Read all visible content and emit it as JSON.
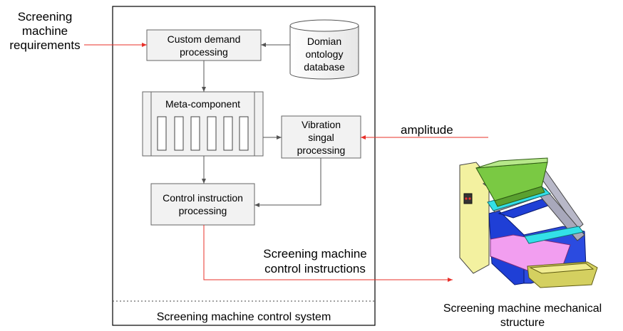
{
  "external": {
    "requirements": [
      "Screening",
      "machine",
      "requirements"
    ],
    "amplitude": "amplitude",
    "control_instructions": [
      "Screening machine",
      "control instructions"
    ],
    "mechanical_structure": [
      "Screening machine mechanical",
      "structure"
    ]
  },
  "system": {
    "title": "Screening machine control system",
    "custom_demand": [
      "Custom demand",
      "processing"
    ],
    "ontology_db": [
      "Domian",
      "ontology",
      "database"
    ],
    "meta_component": "Meta-component",
    "vibration": [
      "Vibration",
      "singal",
      "processing"
    ],
    "control_instruction": [
      "Control instruction",
      "processing"
    ]
  },
  "colors": {
    "box_fill": "#f2f2f2",
    "red_arrow": "#e8302a",
    "gray_arrow": "#555555",
    "machine_green": "#7ac943",
    "machine_cyan": "#33e0e8",
    "machine_blue": "#1f3fd6",
    "machine_yellow": "#f3f1a0",
    "machine_pink": "#f29ef0"
  }
}
